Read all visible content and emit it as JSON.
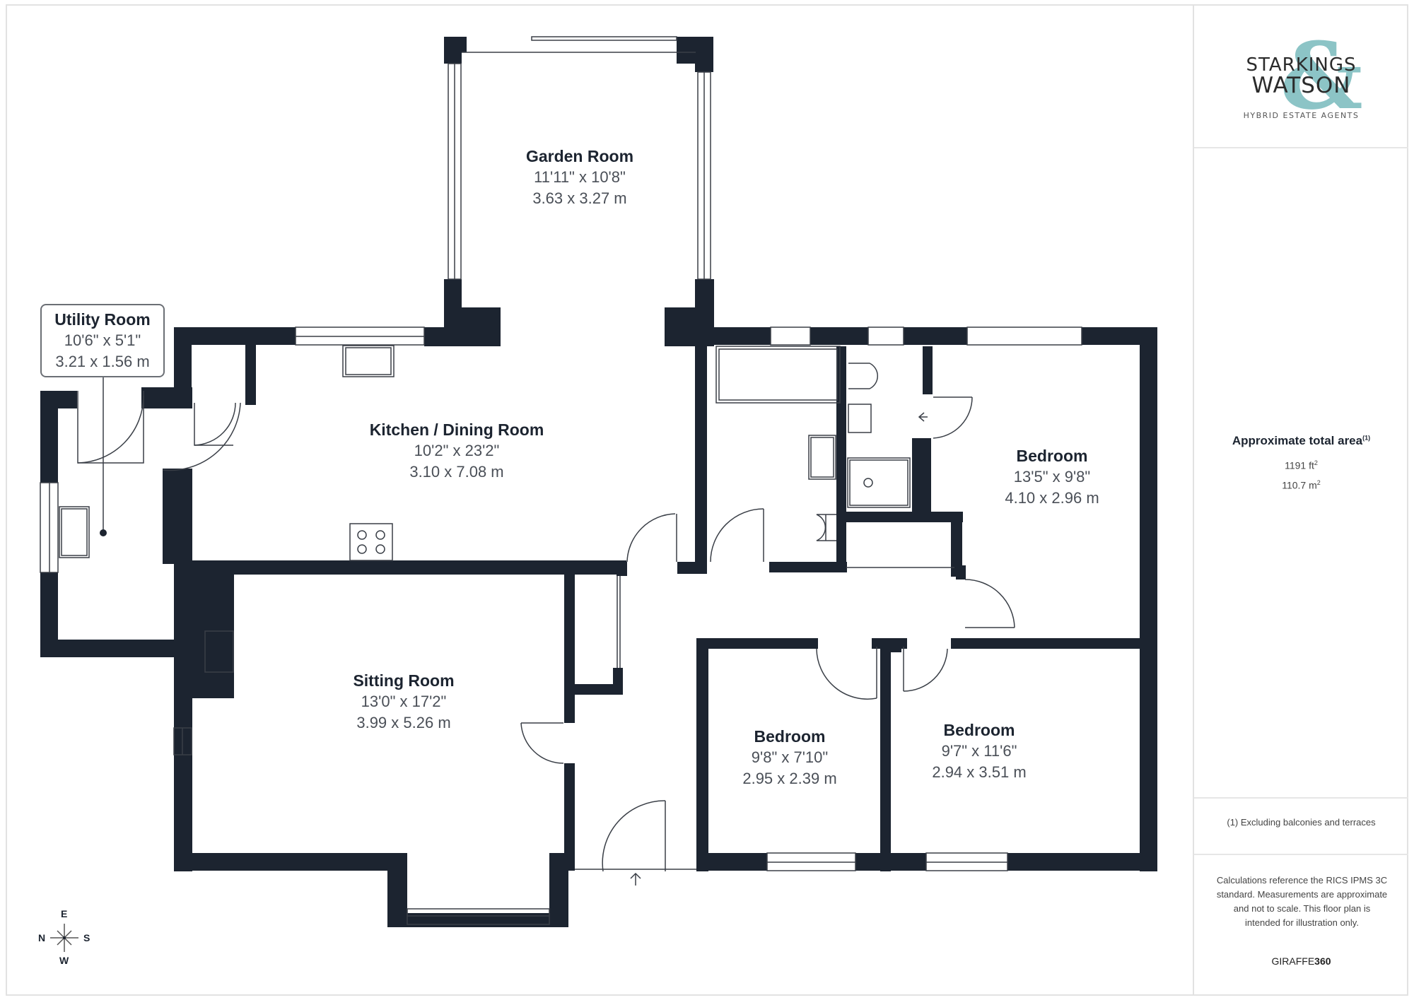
{
  "brand": {
    "logo_line1": "STARKINGS",
    "logo_line2": "WATSON",
    "logo_ampersand": "&",
    "tagline": "HYBRID ESTATE AGENTS",
    "accent_color": "#8cc4c6"
  },
  "area": {
    "title": "Approximate total area",
    "title_note": "(1)",
    "imperial": "1191 ft",
    "imperial_unit_sup": "2",
    "metric": "110.7 m",
    "metric_unit_sup": "2"
  },
  "footnote": "(1) Excluding balconies and terraces",
  "disclaimer": "Calculations reference the RICS IPMS 3C standard. Measurements are approximate and not to scale. This floor plan is intended for illustration only.",
  "provider": {
    "prefix": "GIRAFFE",
    "suffix": "360"
  },
  "compass": {
    "north": "N",
    "east": "E",
    "south": "S",
    "west": "W"
  },
  "colors": {
    "wall": "#1c2430",
    "line": "#3a3f47",
    "frame": "#e2e2e2"
  },
  "rooms": [
    {
      "name": "Garden Room",
      "imperial": "11'11\" x 10'8\"",
      "metric": "3.63 x 3.27 m"
    },
    {
      "name": "Kitchen / Dining Room",
      "imperial": "10'2\" x 23'2\"",
      "metric": "3.10 x 7.08 m"
    },
    {
      "name": "Utility Room",
      "imperial": "10'6\" x 5'1\"",
      "metric": "3.21 x 1.56 m"
    },
    {
      "name": "Sitting Room",
      "imperial": "13'0\" x 17'2\"",
      "metric": "3.99 x 5.26 m"
    },
    {
      "name": "Bedroom",
      "imperial": "13'5\" x 9'8\"",
      "metric": "4.10 x 2.96 m"
    },
    {
      "name": "Bedroom",
      "imperial": "9'8\" x 7'10\"",
      "metric": "2.95 x 2.39 m"
    },
    {
      "name": "Bedroom",
      "imperial": "9'7\" x 11'6\"",
      "metric": "2.94 x 3.51 m"
    }
  ]
}
